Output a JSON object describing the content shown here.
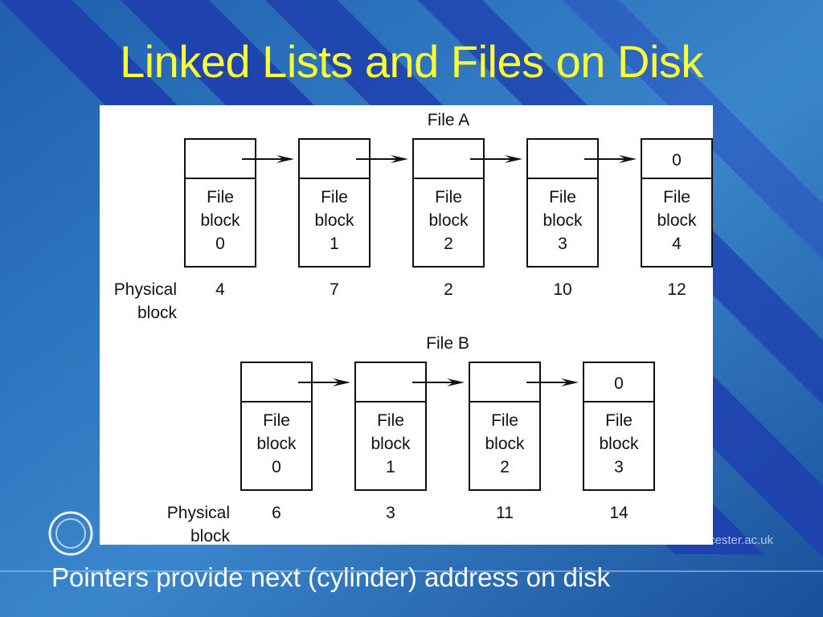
{
  "slide": {
    "title": "Linked Lists and Files on Disk",
    "caption": "Pointers provide next (cylinder) address on disk",
    "footer_url": "www.worcester.ac.uk",
    "colors": {
      "title": "#ffff33",
      "caption": "#ffffff",
      "background": "#2f6fb8",
      "stripe": "#1e3fae"
    }
  },
  "diagram": {
    "block_word": "File",
    "block_word2": "block",
    "physical_label_1": "Physical",
    "physical_label_2": "block",
    "end_pointer": "0",
    "files": [
      {
        "name": "File A",
        "blocks": [
          {
            "index": "0",
            "physical": "4"
          },
          {
            "index": "1",
            "physical": "7"
          },
          {
            "index": "2",
            "physical": "2"
          },
          {
            "index": "3",
            "physical": "10"
          },
          {
            "index": "4",
            "physical": "12"
          }
        ]
      },
      {
        "name": "File B",
        "blocks": [
          {
            "index": "0",
            "physical": "6"
          },
          {
            "index": "1",
            "physical": "3"
          },
          {
            "index": "2",
            "physical": "11"
          },
          {
            "index": "3",
            "physical": "14"
          }
        ]
      }
    ]
  }
}
